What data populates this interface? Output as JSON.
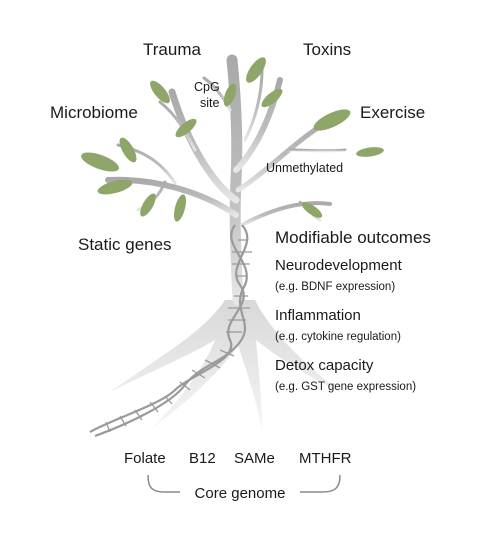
{
  "influences": {
    "trauma": "Trauma",
    "toxins": "Toxins",
    "cpg_line1": "CpG",
    "cpg_line2": "site",
    "microbiome": "Microbiome",
    "exercise": "Exercise",
    "unmethylated": "Unmethylated",
    "static_genes": "Static genes"
  },
  "outcomes": {
    "heading": "Modifiable outcomes",
    "items": [
      {
        "name": "Neurodevelopment",
        "example": "(e.g. BDNF expression)"
      },
      {
        "name": "Inflammation",
        "example": "(e.g. cytokine  regulation)"
      },
      {
        "name": "Detox capacity",
        "example": "(e.g. GST gene expression)"
      }
    ]
  },
  "core": {
    "factors": [
      "Folate",
      "B12",
      "SAMe",
      "MTHFR"
    ],
    "label": "Core genome"
  },
  "colors": {
    "trunk": "#b3b3b3",
    "leaf": "#8fa66a",
    "dna": "#9a9a9a",
    "root": "#d9d9d9",
    "text": "#1a1a1a"
  }
}
